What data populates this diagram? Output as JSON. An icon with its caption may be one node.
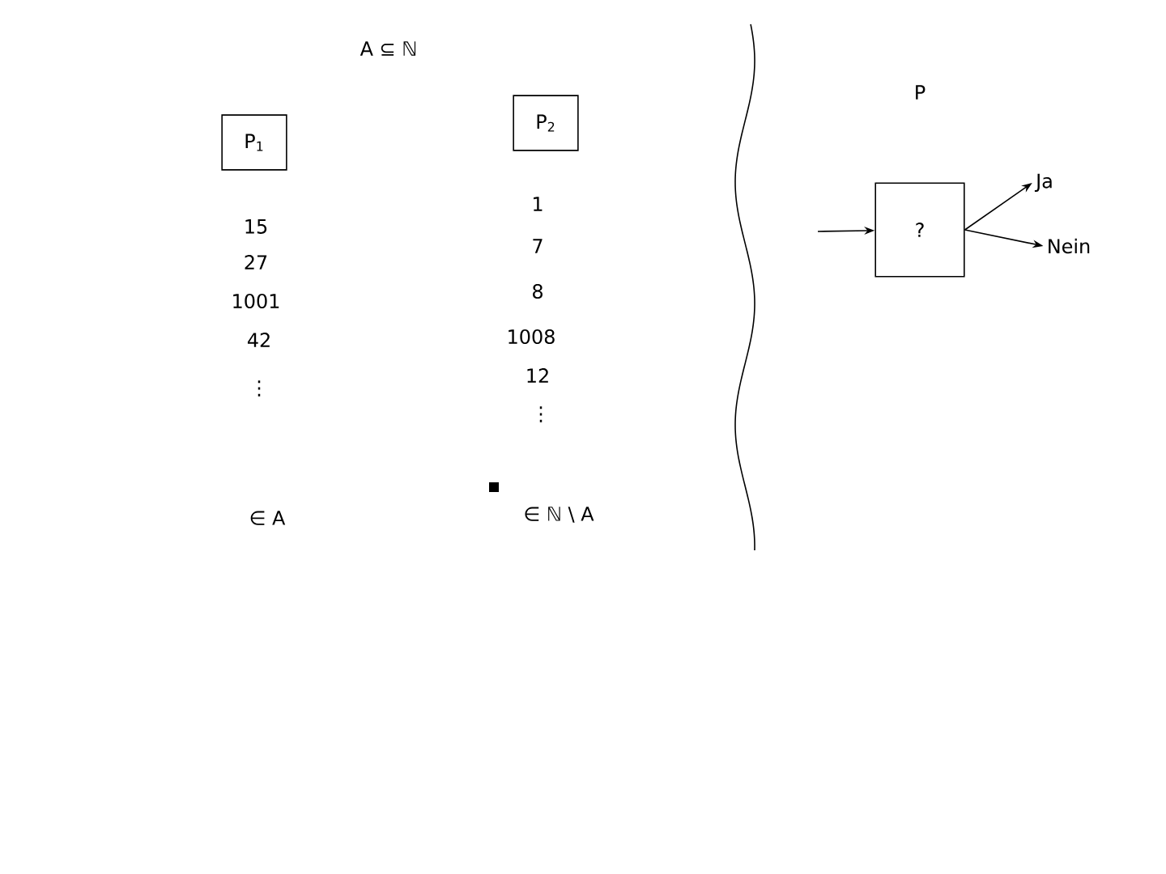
{
  "diagram": {
    "title": "A ⊆ ℕ",
    "nodes": [
      {
        "text": [
          "P$_{1}$"
        ]
      },
      {
        "text": [
          "P$_{2}$"
        ]
      },
      {
        "text": [
          "P",
          "?"
        ]
      },
      {
        "text": [
          "Ja"
        ]
      },
      {
        "text": [
          "Nein"
        ]
      }
    ],
    "edges": [
      {
        "from": null,
        "to": 2,
        "arrow": "to"
      },
      {
        "from": 2,
        "to": 3,
        "arrow": "to"
      },
      {
        "from": 2,
        "to": 4,
        "arrow": "to"
      }
    ],
    "labels": [
      "15",
      "27",
      "1001",
      "42",
      "⋮",
      "∈ A",
      "1",
      "7",
      "8",
      "1008",
      "12",
      "⋮",
      "∈ ℕ \\ A"
    ]
  }
}
